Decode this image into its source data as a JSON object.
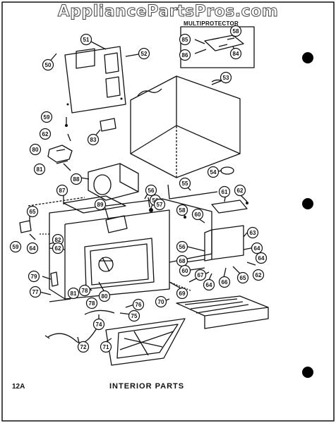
{
  "watermark": "AppliancePartsPros.com",
  "section_title": "MULTIPROTECTOR",
  "footer": {
    "id": "12A",
    "title": "INTERIOR PARTS"
  },
  "callouts": [
    {
      "id": "c51",
      "label": "51"
    },
    {
      "id": "c52",
      "label": "52"
    },
    {
      "id": "c50",
      "label": "50"
    },
    {
      "id": "c85",
      "label": "85"
    },
    {
      "id": "c86",
      "label": "86"
    },
    {
      "id": "c58",
      "label": "58"
    },
    {
      "id": "c84",
      "label": "84"
    },
    {
      "id": "c53",
      "label": "53"
    },
    {
      "id": "c59",
      "label": "59"
    },
    {
      "id": "c62a",
      "label": "62"
    },
    {
      "id": "c83",
      "label": "83"
    },
    {
      "id": "c80",
      "label": "80"
    },
    {
      "id": "c81a",
      "label": "81"
    },
    {
      "id": "c56a",
      "label": "56"
    },
    {
      "id": "c54",
      "label": "54"
    },
    {
      "id": "c55",
      "label": "55"
    },
    {
      "id": "c61",
      "label": "61"
    },
    {
      "id": "c62b",
      "label": "62"
    },
    {
      "id": "c88",
      "label": "88"
    },
    {
      "id": "c87",
      "label": "87"
    },
    {
      "id": "c56b",
      "label": "56"
    },
    {
      "id": "c57",
      "label": "57"
    },
    {
      "id": "c89",
      "label": "89"
    },
    {
      "id": "c58b",
      "label": "58"
    },
    {
      "id": "c60",
      "label": "60"
    },
    {
      "id": "c63",
      "label": "63"
    },
    {
      "id": "c65a",
      "label": "65"
    },
    {
      "id": "c64a",
      "label": "64"
    },
    {
      "id": "c59b",
      "label": "59"
    },
    {
      "id": "c64b",
      "label": "64"
    },
    {
      "id": "c82",
      "label": "82"
    },
    {
      "id": "c56c",
      "label": "56"
    },
    {
      "id": "c62c",
      "label": "62"
    },
    {
      "id": "c68",
      "label": "68"
    },
    {
      "id": "c60b",
      "label": "60"
    },
    {
      "id": "c64c",
      "label": "64"
    },
    {
      "id": "c79",
      "label": "79"
    },
    {
      "id": "c78",
      "label": "78"
    },
    {
      "id": "c67",
      "label": "67"
    },
    {
      "id": "c66",
      "label": "66"
    },
    {
      "id": "c65b",
      "label": "65"
    },
    {
      "id": "c62d",
      "label": "62"
    },
    {
      "id": "c64d",
      "label": "64"
    },
    {
      "id": "c77",
      "label": "77"
    },
    {
      "id": "c81b",
      "label": "81"
    },
    {
      "id": "c80b",
      "label": "80"
    },
    {
      "id": "c78b",
      "label": "78"
    },
    {
      "id": "c69",
      "label": "69"
    },
    {
      "id": "c70",
      "label": "70"
    },
    {
      "id": "c76",
      "label": "76"
    },
    {
      "id": "c75",
      "label": "75"
    },
    {
      "id": "c74",
      "label": "74"
    },
    {
      "id": "c72",
      "label": "72"
    },
    {
      "id": "c71",
      "label": "71"
    }
  ]
}
